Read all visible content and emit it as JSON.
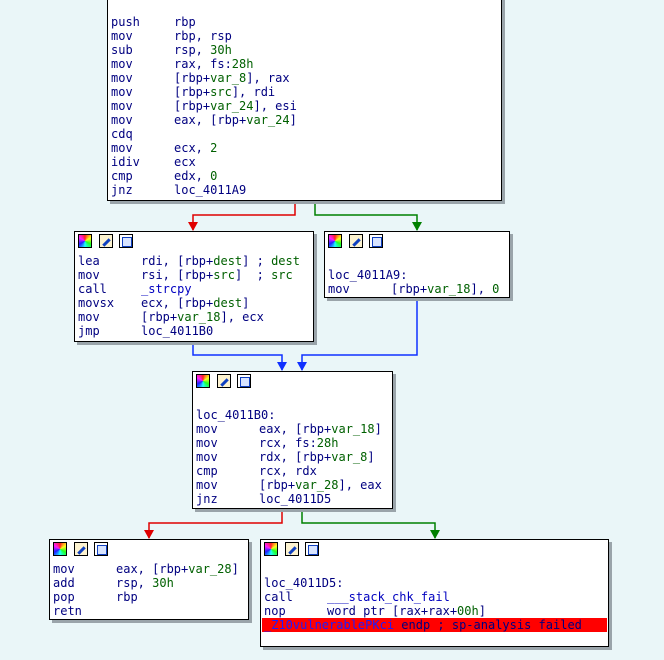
{
  "colors": {
    "background": "#eaf6f8",
    "edge_true": "#008000",
    "edge_false": "#e00000",
    "edge_uncond": "#1030ff",
    "error_line": "#ff0000"
  },
  "icons": [
    "graph-colors-icon",
    "rename-pencil-icon",
    "group-nodes-icon"
  ],
  "blocks": {
    "b0": {
      "lines": [
        [
          [
            "push",
            "i"
          ],
          [
            "rbp",
            "o"
          ]
        ],
        [
          [
            "mov",
            "i"
          ],
          [
            "rbp, rsp",
            "o"
          ]
        ],
        [
          [
            "sub",
            "i"
          ],
          [
            "rsp, 30h",
            "o"
          ]
        ],
        [
          [
            "mov",
            "i"
          ],
          [
            "rax, fs:28h",
            "o"
          ]
        ],
        [
          [
            "mov",
            "i"
          ],
          [
            "[rbp+var_8], rax",
            "o"
          ]
        ],
        [
          [
            "mov",
            "i"
          ],
          [
            "[rbp+src], rdi",
            "o"
          ]
        ],
        [
          [
            "mov",
            "i"
          ],
          [
            "[rbp+var_24], esi",
            "o"
          ]
        ],
        [
          [
            "mov",
            "i"
          ],
          [
            "eax, [rbp+var_24]",
            "o"
          ]
        ],
        [
          [
            "cdq",
            "i"
          ],
          [
            "",
            "o"
          ]
        ],
        [
          [
            "mov",
            "i"
          ],
          [
            "ecx, 2",
            "o"
          ]
        ],
        [
          [
            "idiv",
            "i"
          ],
          [
            "ecx",
            "o"
          ]
        ],
        [
          [
            "cmp",
            "i"
          ],
          [
            "edx, 0",
            "o"
          ]
        ],
        [
          [
            "jnz",
            "i"
          ],
          [
            "loc_4011A9",
            "o"
          ]
        ]
      ]
    },
    "b1": {
      "lines": [
        [
          [
            "lea",
            "i"
          ],
          [
            "rdi, [rbp+dest] ; dest",
            "o"
          ]
        ],
        [
          [
            "mov",
            "i"
          ],
          [
            "rsi, [rbp+src]  ; src",
            "o"
          ]
        ],
        [
          [
            "call",
            "i"
          ],
          [
            "_strcpy",
            "o"
          ]
        ],
        [
          [
            "movsx",
            "i"
          ],
          [
            "ecx, [rbp+dest]",
            "o"
          ]
        ],
        [
          [
            "mov",
            "i"
          ],
          [
            "[rbp+var_18], ecx",
            "o"
          ]
        ],
        [
          [
            "jmp",
            "i"
          ],
          [
            "loc_4011B0",
            "o"
          ]
        ]
      ]
    },
    "b2": {
      "label": "loc_4011A9:",
      "lines": [
        [
          [
            "mov",
            "i"
          ],
          [
            "[rbp+var_18], 0",
            "o"
          ]
        ]
      ]
    },
    "b3": {
      "label": "loc_4011B0:",
      "lines": [
        [
          [
            "mov",
            "i"
          ],
          [
            "eax, [rbp+var_18]",
            "o"
          ]
        ],
        [
          [
            "mov",
            "i"
          ],
          [
            "rcx, fs:28h",
            "o"
          ]
        ],
        [
          [
            "mov",
            "i"
          ],
          [
            "rdx, [rbp+var_8]",
            "o"
          ]
        ],
        [
          [
            "cmp",
            "i"
          ],
          [
            "rcx, rdx",
            "o"
          ]
        ],
        [
          [
            "mov",
            "i"
          ],
          [
            "[rbp+var_28], eax",
            "o"
          ]
        ],
        [
          [
            "jnz",
            "i"
          ],
          [
            "loc_4011D5",
            "o"
          ]
        ]
      ]
    },
    "b4": {
      "lines": [
        [
          [
            "mov",
            "i"
          ],
          [
            "eax, [rbp+var_28]",
            "o"
          ]
        ],
        [
          [
            "add",
            "i"
          ],
          [
            "rsp, 30h",
            "o"
          ]
        ],
        [
          [
            "pop",
            "i"
          ],
          [
            "rbp",
            "o"
          ]
        ],
        [
          [
            "retn",
            "i"
          ],
          [
            "",
            "o"
          ]
        ]
      ]
    },
    "b5": {
      "label": "loc_4011D5:",
      "lines": [
        [
          [
            "call",
            "i"
          ],
          [
            "___stack_chk_fail",
            "o"
          ]
        ],
        [
          [
            "nop",
            "i"
          ],
          [
            "word ptr [rax+rax+00h]",
            "o"
          ]
        ]
      ],
      "endp": {
        "func": "_Z10vulnerablePKci",
        "rest": " endp ; sp-analysis failed"
      }
    }
  }
}
